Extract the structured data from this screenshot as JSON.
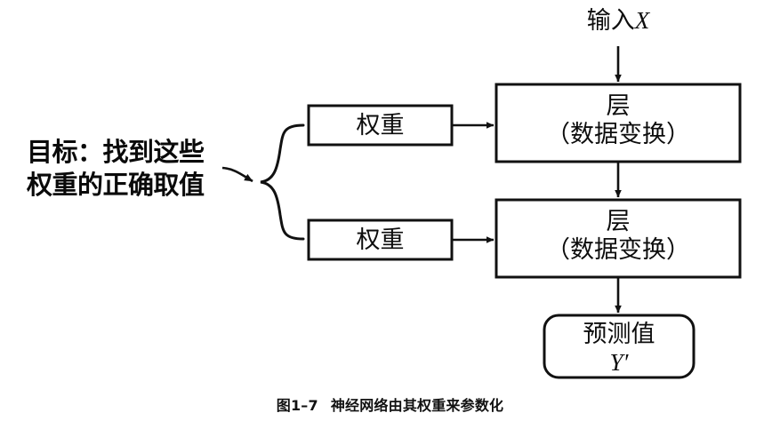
{
  "figure": {
    "caption_number": "图1–7",
    "caption_title": "神经网络由其权重来参数化"
  },
  "diagram": {
    "type": "flowchart",
    "title": "神经网络由其权重来参数化",
    "input": {
      "label_cn": "输入",
      "label_var": "X"
    },
    "goal_note": {
      "line1": "目标：找到这些",
      "line2": "权重的正确取值"
    },
    "weights": [
      {
        "label": "权重"
      },
      {
        "label": "权重"
      }
    ],
    "layers": [
      {
        "label_main": "层",
        "label_sub": "（数据变换）"
      },
      {
        "label_main": "层",
        "label_sub": "（数据变换）"
      }
    ],
    "prediction": {
      "label_main": "预测值",
      "label_var": "Y′"
    },
    "colors": {
      "stroke": "#111111",
      "background": "#ffffff",
      "text": "#0d0d0d"
    },
    "edges": [
      {
        "from": "input",
        "to": "layer-1"
      },
      {
        "from": "weight-1",
        "to": "layer-1"
      },
      {
        "from": "layer-1",
        "to": "layer-2"
      },
      {
        "from": "weight-2",
        "to": "layer-2"
      },
      {
        "from": "layer-2",
        "to": "prediction"
      },
      {
        "from": "goal-note",
        "to": "weights-brace"
      }
    ]
  }
}
